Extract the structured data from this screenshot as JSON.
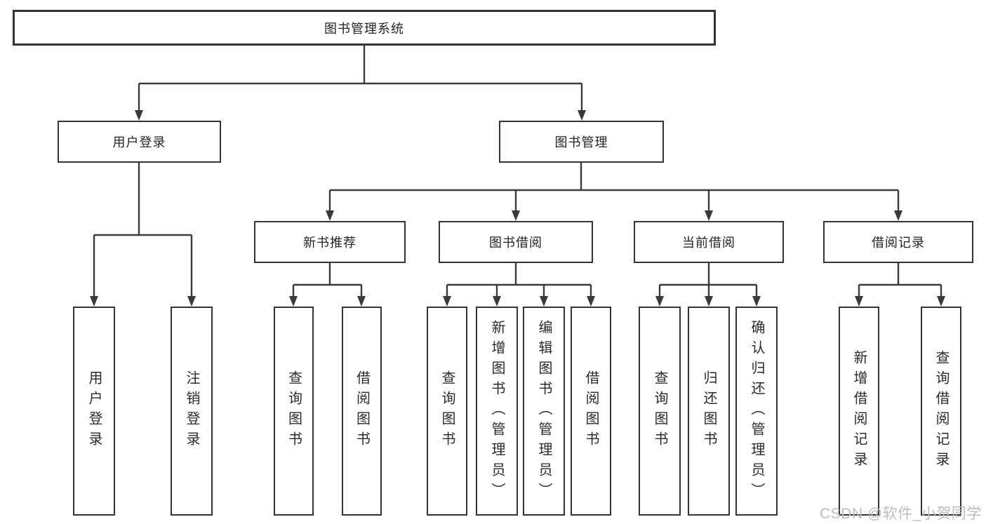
{
  "colors": {
    "background": "#ffffff",
    "box_border": "#333333",
    "line": "#3a3a3a",
    "text": "#232323",
    "watermark": "#bdbdbd"
  },
  "watermark": {
    "text": "CSDN @软件_小贺同学"
  },
  "tree": {
    "root": {
      "label": "图书管理系统",
      "children": [
        {
          "label": "用户登录",
          "children": [
            {
              "label": "用户登录"
            },
            {
              "label": "注销登录"
            }
          ]
        },
        {
          "label": "图书管理",
          "children": [
            {
              "label": "新书推荐",
              "children": [
                {
                  "label": "查询图书"
                },
                {
                  "label": "借阅图书"
                }
              ]
            },
            {
              "label": "图书借阅",
              "children": [
                {
                  "label": "查询图书"
                },
                {
                  "label": "新增图书（管理员）"
                },
                {
                  "label": "编辑图书（管理员）"
                },
                {
                  "label": "借阅图书"
                }
              ]
            },
            {
              "label": "当前借阅",
              "children": [
                {
                  "label": "查询图书"
                },
                {
                  "label": "归还图书"
                },
                {
                  "label": "确认归还（管理员）"
                }
              ]
            },
            {
              "label": "借阅记录",
              "children": [
                {
                  "label": "新增借阅记录"
                },
                {
                  "label": "查询借阅记录"
                }
              ]
            }
          ]
        }
      ]
    }
  }
}
